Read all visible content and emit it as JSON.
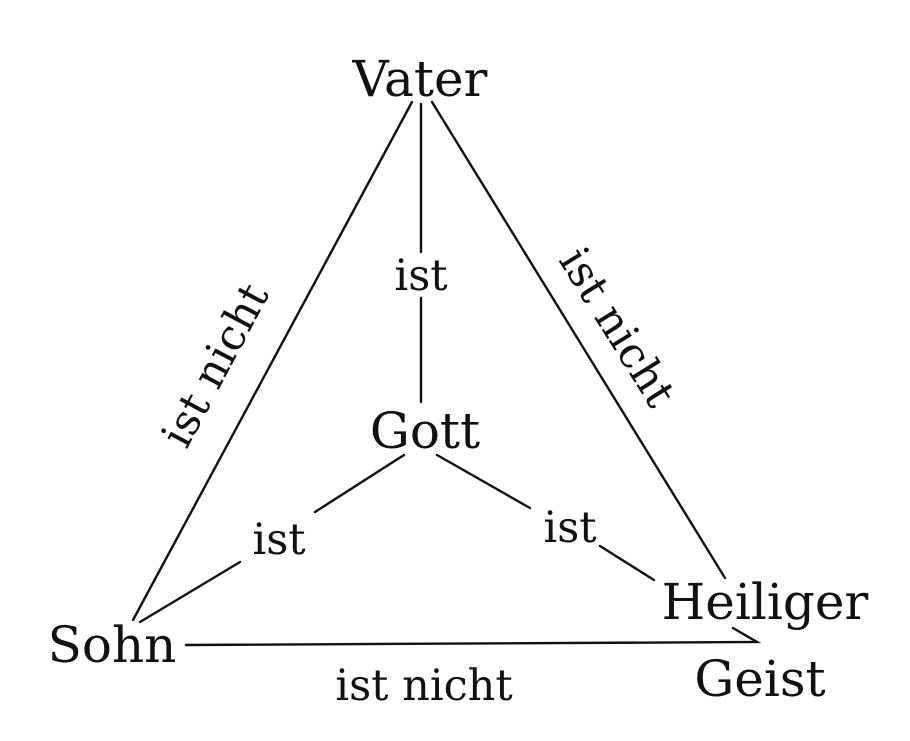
{
  "nodes": {
    "vater": "Vater",
    "gott": "Gott",
    "sohn": "Sohn",
    "heiliger_geist_line1": "Heiliger",
    "heiliger_geist_line2": "Geist"
  },
  "edges": {
    "vater_gott": "ist",
    "sohn_gott": "ist",
    "geist_gott": "ist",
    "vater_sohn": "ist nicht",
    "vater_geist": "ist nicht",
    "sohn_geist": "ist nicht"
  },
  "colors": {
    "ink": "#111111",
    "background": "#ffffff"
  }
}
